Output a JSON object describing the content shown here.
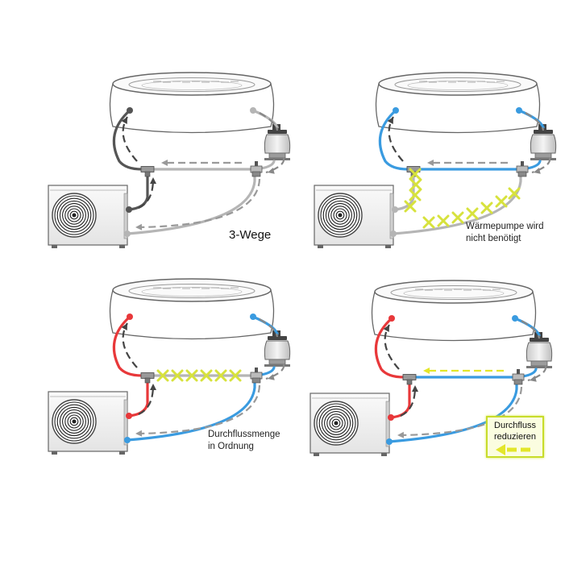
{
  "colors": {
    "dark_pipe": "#555555",
    "grey_pipe": "#b5b5b5",
    "hot_pipe": "#e8383a",
    "cold_pipe": "#3a9be0",
    "blocked_mark": "#d7e23c",
    "pool_outline": "#666666"
  },
  "panels": [
    {
      "id": "p1",
      "mode": "bypass",
      "caption": [
        "3-Wege"
      ]
    },
    {
      "id": "p2",
      "mode": "no-heat",
      "caption": [
        "Wärmepumpe wird",
        "nicht benötigt"
      ]
    },
    {
      "id": "p3",
      "mode": "full-heat",
      "caption": [
        "Durchflussmenge",
        "in Ordnung"
      ]
    },
    {
      "id": "p4",
      "mode": "reduced",
      "caption": [
        "Durchfluss",
        "reduzieren"
      ]
    }
  ],
  "icons": {
    "pool": "above-ground-pool",
    "filter": "filter-pump-tank",
    "heat_pump": "heat-pump-unit",
    "fan": "fan-grille",
    "valve": "three-way-valve",
    "tee": "tee-connector",
    "blocked": "x-mark",
    "arrow": "flow-arrow-left"
  }
}
